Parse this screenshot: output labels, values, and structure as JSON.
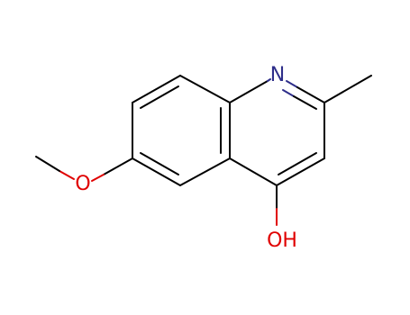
{
  "molecule": {
    "atoms": {
      "nitrogen": {
        "symbol": "N",
        "color": "#2e2e8a"
      },
      "hydroxyl": {
        "symbol": "OH",
        "color": "#e00000"
      },
      "methoxy_oxygen": {
        "symbol": "O",
        "color": "#e00000"
      }
    }
  }
}
